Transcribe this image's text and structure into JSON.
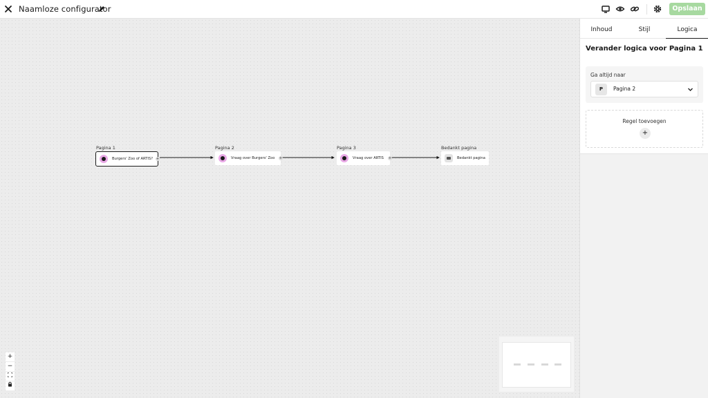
{
  "header": {
    "title": "Naamloze configurator",
    "save_label": "Opslaan",
    "icons": [
      "close-icon",
      "pencil-icon",
      "monitor-icon",
      "eye-icon",
      "link-icon",
      "gear-icon"
    ]
  },
  "flow": {
    "nodes": [
      {
        "label": "Pagina 1",
        "text": "Burgers' Zoo of ARTIS?",
        "selected": true
      },
      {
        "label": "Pagina 2",
        "text": "Vraag over Burgers' Zoo"
      },
      {
        "label": "Pagina 3",
        "text": "Vraag over ARTIS"
      },
      {
        "label": "Bedankt pagina",
        "text": "Bedankt pagina"
      }
    ],
    "plus": "+"
  },
  "zoom": {
    "in": "+",
    "out": "−",
    "fit": "⛶",
    "lock": "🔒"
  },
  "panel": {
    "tabs": [
      "Inhoud",
      "Stijl",
      "Logica"
    ],
    "active_tab": "Logica",
    "title": "Verander logica voor Pagina 1",
    "goto_label": "Ga altijd naar",
    "goto_badge": "P",
    "goto_value": "Pagina 2",
    "rule_label": "Regel toevoegen",
    "rule_add": "+"
  },
  "colors": {
    "accent_pink": "#e9a8e6",
    "save_green": "#a7d9a0"
  }
}
